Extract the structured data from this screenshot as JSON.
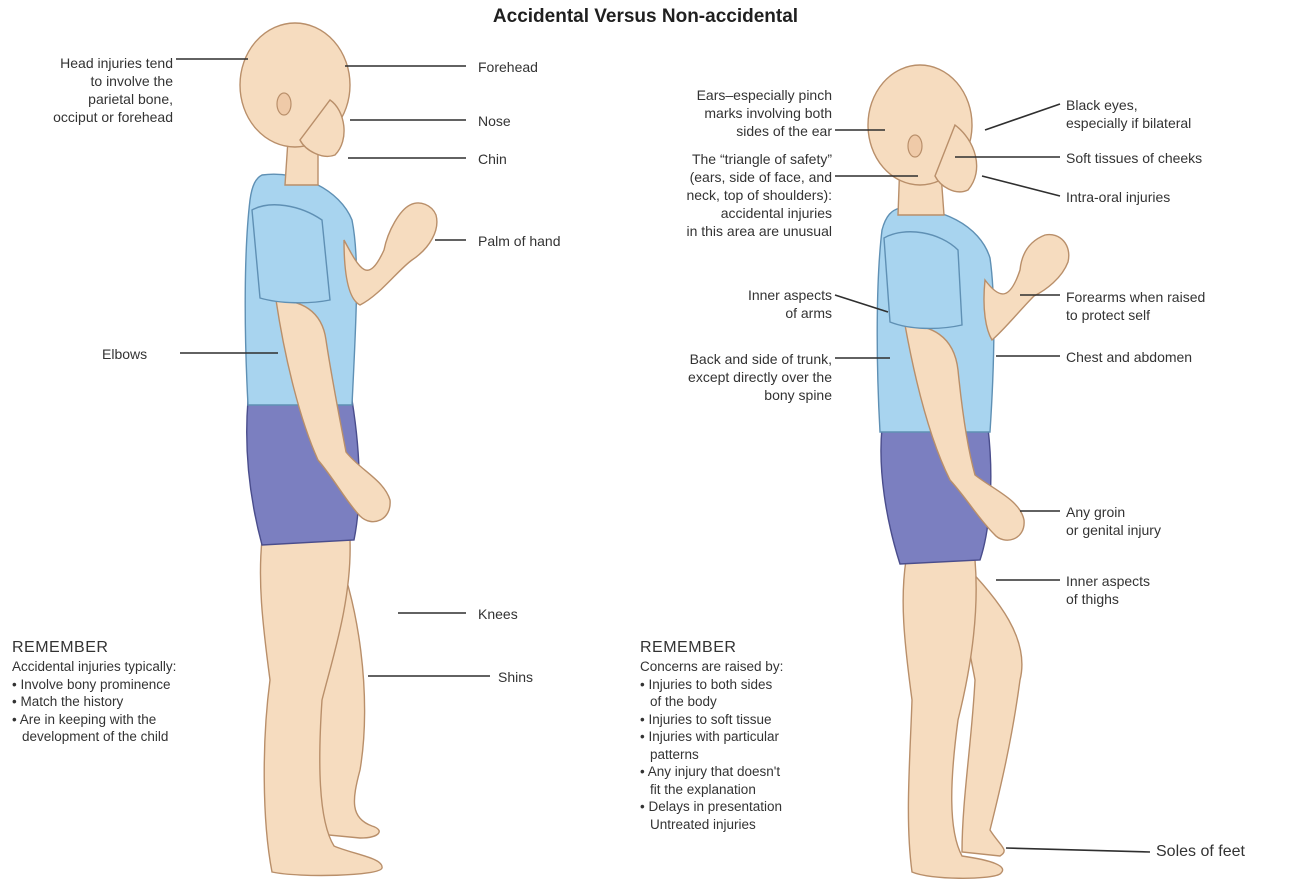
{
  "title": "Accidental Versus Non-accidental",
  "left": {
    "labels": {
      "head_injuries": [
        "Head injuries tend",
        "to involve the",
        "parietal bone,",
        "occiput or forehead"
      ],
      "forehead": "Forehead",
      "nose": "Nose",
      "chin": "Chin",
      "palm": "Palm of hand",
      "elbows": "Elbows",
      "knees": "Knees",
      "shins": "Shins"
    },
    "remember": {
      "heading": "REMEMBER",
      "intro": "Accidental injuries typically:",
      "items": [
        "• Involve bony prominence",
        "• Match the history",
        "• Are in keeping with the",
        "  development of the child"
      ]
    }
  },
  "right": {
    "labels": {
      "ears": [
        "Ears–especially pinch",
        "marks involving both",
        "sides of the ear"
      ],
      "triangle": [
        "The “triangle of safety”",
        "(ears, side of face, and",
        "neck, top of shoulders):",
        "accidental injuries",
        "in this area are unusual"
      ],
      "inner_arms": [
        "Inner aspects",
        "of arms"
      ],
      "back_trunk": [
        "Back and side of trunk,",
        "except directly over the",
        "bony spine"
      ],
      "black_eyes": [
        "Black eyes,",
        "especially if bilateral"
      ],
      "cheeks": "Soft tissues of cheeks",
      "intra_oral": "Intra-oral injuries",
      "forearms": [
        "Forearms when raised",
        "to protect self"
      ],
      "chest": "Chest and abdomen",
      "groin": [
        "Any groin",
        "or genital injury"
      ],
      "thighs": [
        "Inner aspects",
        "of thighs"
      ],
      "soles": "Soles of feet"
    },
    "remember": {
      "heading": "REMEMBER",
      "intro": "Concerns are raised by:",
      "items": [
        "• Injuries to both sides",
        "  of the body",
        "• Injuries to soft tissue",
        "• Injuries with particular",
        "  patterns",
        "• Any injury that doesn't",
        "  fit the explanation",
        "• Delays in presentation",
        "  Untreated injuries"
      ]
    }
  },
  "colors": {
    "skin": "#f6dcbf",
    "skin_outline": "#b98f6a",
    "shirt": "#a8d4ef",
    "shirt_outline": "#5f90b4",
    "shorts": "#7b7fc0",
    "shorts_outline": "#4a4d8c",
    "leader": "#2f2f2f"
  }
}
